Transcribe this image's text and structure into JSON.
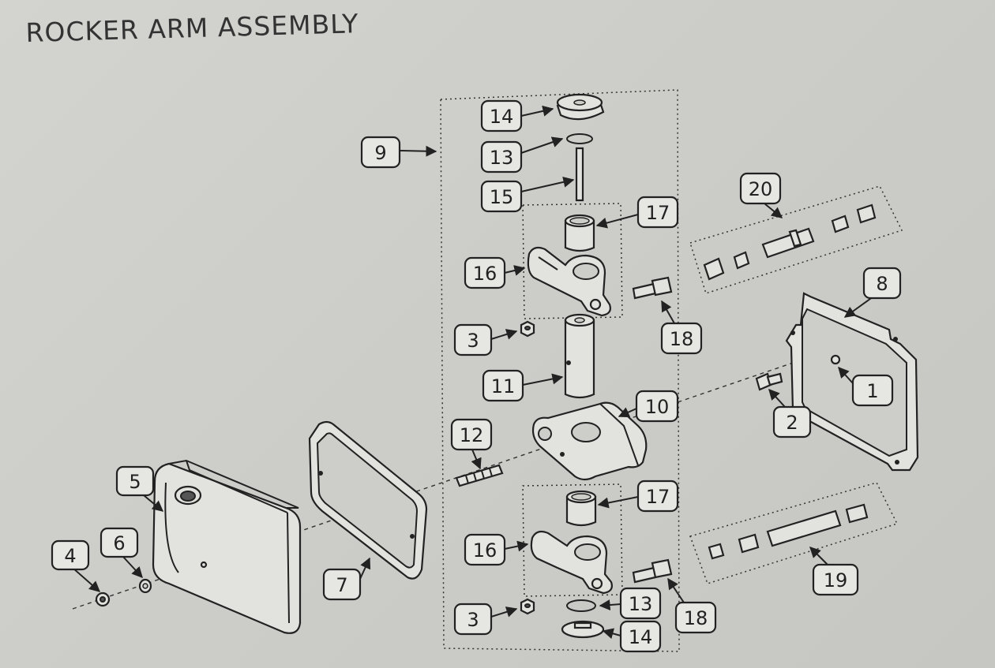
{
  "title": "ROCKER ARM ASSEMBLY",
  "callouts": {
    "c1": "1",
    "c2": "2",
    "c3a": "3",
    "c3b": "3",
    "c4": "4",
    "c5": "5",
    "c6": "6",
    "c7": "7",
    "c8": "8",
    "c9": "9",
    "c10": "10",
    "c11": "11",
    "c12": "12",
    "c13a": "13",
    "c13b": "13",
    "c14a": "14",
    "c14b": "14",
    "c15": "15",
    "c16a": "16",
    "c16b": "16",
    "c17a": "17",
    "c17b": "17",
    "c18a": "18",
    "c18b": "18",
    "c19": "19",
    "c20": "20"
  }
}
